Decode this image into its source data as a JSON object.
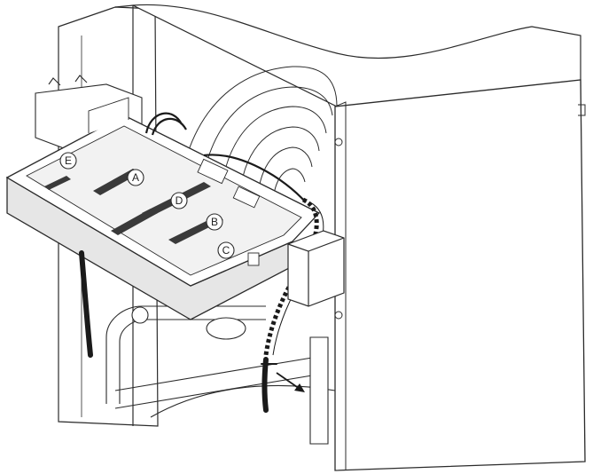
{
  "callouts": [
    {
      "id": "A",
      "label": "A"
    },
    {
      "id": "B",
      "label": "B"
    },
    {
      "id": "C",
      "label": "C"
    },
    {
      "id": "D",
      "label": "D"
    },
    {
      "id": "E",
      "label": "E"
    }
  ],
  "colors": {
    "line": "#2b2b2b",
    "fill": "#ffffff",
    "shade": "#e6e6e6",
    "dark": "#3a3a3a",
    "cable": "#1a1a1a"
  }
}
